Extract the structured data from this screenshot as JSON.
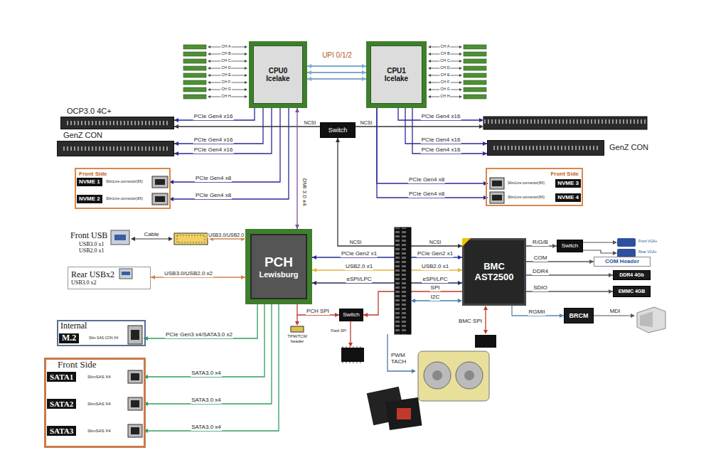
{
  "diagram": {
    "nodes": [
      {
        "text": [
          "CPU0 Icelake"
        ]
      },
      {
        "text": [
          "CPU1 Icelake"
        ]
      },
      {
        "text": [
          "OCP3.0 4C+"
        ]
      },
      {
        "text": [
          "GenZ CON"
        ]
      },
      {
        "text": [
          "Switch"
        ]
      },
      {
        "text": [
          "GenZ CON"
        ]
      },
      {
        "text": [
          "Front Side"
        ]
      },
      {
        "text": [
          "NVME 1"
        ],
        "in": 6
      },
      {
        "text": [
          "NVME 2"
        ],
        "in": 6
      },
      {
        "text": [
          "Front Side"
        ]
      },
      {
        "text": [
          "NVME 3"
        ],
        "in": 9
      },
      {
        "text": [
          "NVME 4"
        ],
        "in": 9
      },
      {
        "text": [
          "PCH Lewisburg"
        ]
      },
      {
        "text": [
          "BMC AST2500"
        ]
      },
      {
        "text": [
          "Switch"
        ]
      },
      {
        "text": [
          "COM Header"
        ]
      },
      {
        "text": [
          "Rear USBx2",
          "USB3.0 x2"
        ]
      },
      {
        "text": [
          "DDR4 4Gb"
        ]
      },
      {
        "text": [
          "EMMC 4GB"
        ]
      },
      {
        "text": [
          "Switch"
        ]
      },
      {
        "text": [
          "BRCM"
        ]
      },
      {
        "text": [
          "Internal"
        ]
      },
      {
        "text": [
          "M.2"
        ],
        "in": 21
      },
      {
        "text": [
          "Front Side"
        ]
      },
      {
        "text": [
          "SATA1"
        ],
        "in": 23
      },
      {
        "text": [
          "SATA2"
        ],
        "in": 23
      },
      {
        "text": [
          "SATA3"
        ],
        "in": 23
      }
    ],
    "edges": [
      {
        "from": 0,
        "to": 1,
        "arrow": "both",
        "label": "UPI 0/1/2"
      },
      {
        "from": 0,
        "to": 1,
        "arrow": "both"
      },
      {
        "from": 0,
        "to": 1,
        "arrow": "both"
      },
      {
        "from": 0,
        "to": 2,
        "arrow": "to",
        "label": "PCIe Gen4 x16"
      },
      {
        "from": 4,
        "to": 2,
        "arrow": "to",
        "label": "NCSI"
      },
      {
        "from": 0,
        "to": 3,
        "arrow": "to",
        "label": "PCIe Gen4 x16"
      },
      {
        "from": 0,
        "to": 3,
        "arrow": "to",
        "label": "PCIe Gen4 x16"
      },
      {
        "from": 0,
        "to": 7,
        "arrow": "to",
        "label": "PCIe Gen4 x8"
      },
      {
        "from": 0,
        "to": 8,
        "arrow": "to",
        "label": "PCIe Gen4 x8"
      },
      {
        "from": 0,
        "to": 12,
        "arrow": "both",
        "label": "DMI 3.0 x4"
      },
      {
        "from": 1,
        "to": 5,
        "arrow": "to",
        "label": "PCIe Gen4 x16"
      },
      {
        "from": 1,
        "to": 5,
        "arrow": "to",
        "label": "PCIe Gen4 x16"
      },
      {
        "from": 1,
        "to": 10,
        "arrow": "to",
        "label": "PCIe Gen4 x8"
      },
      {
        "from": 1,
        "to": 11,
        "arrow": "to",
        "label": "PCIe Gen4 x8"
      },
      {
        "from": 4,
        "to": 13,
        "arrow": "both",
        "label": "NCSI"
      },
      {
        "from": 12,
        "to": 13,
        "arrow": "both",
        "label": "PCIe Gen2 x1"
      },
      {
        "from": 12,
        "to": 13,
        "arrow": "both",
        "label": "USB2.0 x1"
      },
      {
        "from": 12,
        "to": 13,
        "arrow": "both",
        "label": "eSPI/LPC"
      },
      {
        "from": 13,
        "to": 14,
        "arrow": "to",
        "label": "R/G/B"
      },
      {
        "from": 13,
        "to": 15,
        "arrow": "to",
        "label": "COM"
      },
      {
        "from": 13,
        "to": 17,
        "arrow": "to",
        "label": "DDR4"
      },
      {
        "from": 13,
        "to": 18,
        "arrow": "to",
        "label": "SDIO"
      },
      {
        "from": 13,
        "to": 20,
        "arrow": "to",
        "label": "RGMII"
      },
      {
        "from": 12,
        "to": 16,
        "arrow": "both",
        "label": "USB3.0/USB2.0 x2"
      },
      {
        "from": 12,
        "to": 19,
        "arrow": "to",
        "label": "PCH SPI"
      },
      {
        "from": 13,
        "to": 19,
        "arrow": "to",
        "label": "SPI"
      },
      {
        "from": 12,
        "to": 22,
        "arrow": "to",
        "label": "PCIe Gen3 x4/SATA3.0 x2"
      },
      {
        "from": 12,
        "to": 24,
        "arrow": "to",
        "label": "SATA3.0 x4"
      },
      {
        "from": 12,
        "to": 25,
        "arrow": "to",
        "label": "SATA3.0 x4"
      },
      {
        "from": 12,
        "to": 26,
        "arrow": "to",
        "label": "SATA3.0 x4"
      }
    ],
    "labels": [
      "CH A",
      "CH B",
      "CH C",
      "CH D",
      "CH E",
      "CH F",
      "CH G",
      "CH H",
      "CH A",
      "CH B",
      "CH C",
      "CH D",
      "CH E",
      "CH F",
      "CH G",
      "CH H",
      "PCIe Gen4 x16",
      "NCSI",
      "SlimLine connector(8X)",
      "SlimLine connector(8X)",
      "SlimLine connector(8X)",
      "SlimLine connector(8X)",
      "Front USB",
      "USB3.0 x1",
      "USB2.0 x1",
      "Cable",
      "USB3.0/USB2.0",
      "NCSI",
      "PCIe Gen2 x1",
      "USB2.0 x1",
      "eSPI/LPC",
      "I2C",
      "Front VGA+",
      "Rear VGA+",
      "MDI",
      "BMC SPI",
      "TPM/TCM header",
      "Flash SPI",
      "PWM TACH",
      "Slim SAS CON X4",
      "SlimSAS X4",
      "SlimSAS X4",
      "SlimSAS X4"
    ]
  }
}
